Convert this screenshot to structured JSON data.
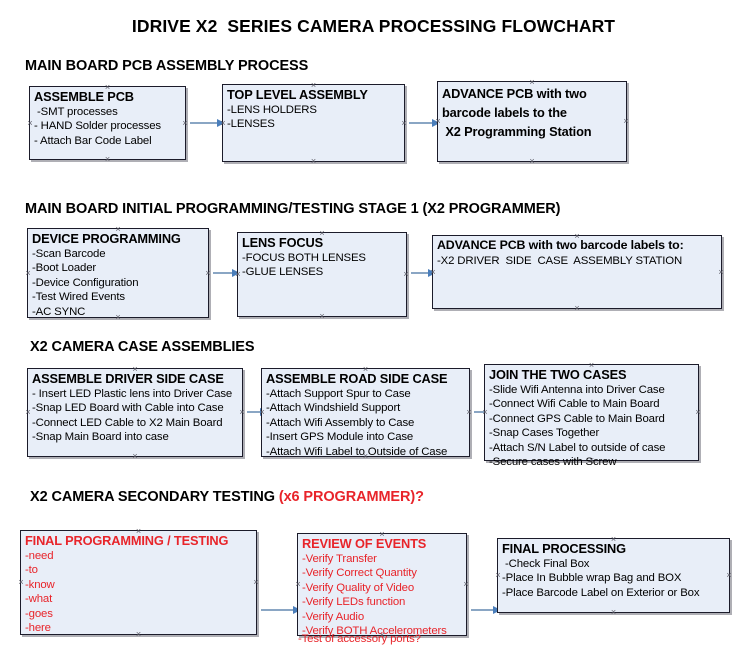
{
  "document": {
    "title": "IDRIVE X2  SERIES CAMERA PROCESSING FLOWCHART",
    "accent_color": "#e8242a",
    "node_fill": "#e8eef8",
    "node_border": "#1b1b2a",
    "connector_color": "#8aa6c4",
    "arrowhead_color": "#4a7ebb"
  },
  "sections": [
    {
      "id": "main-board-pcb-assembly-process",
      "heading": "MAIN BOARD PCB ASSEMBLY PROCESS",
      "heading_accent": "",
      "nodes": [
        {
          "id": "assemble-pcb",
          "title": "ASSEMBLE PCB",
          "items": [
            " -SMT processes",
            "- HAND Solder processes",
            "- Attach Bar Code Label"
          ]
        },
        {
          "id": "top-level-assembly",
          "title": "TOP LEVEL ASSEMBLY",
          "items": [
            "-LENS HOLDERS",
            "-LENSES"
          ]
        },
        {
          "id": "advance-pcb-to-x2-programming-station",
          "title": "ADVANCE PCB with two\nbarcode labels to the\n X2 Programming Station",
          "items": []
        }
      ]
    },
    {
      "id": "main-board-initial-programming-testing-stage-1",
      "heading": "MAIN BOARD INITIAL PROGRAMMING/TESTING STAGE 1 (X2 PROGRAMMER)",
      "heading_accent": "",
      "nodes": [
        {
          "id": "device-programming",
          "title": "DEVICE PROGRAMMING",
          "items": [
            "-Scan Barcode",
            "-Boot Loader",
            "-Device Configuration",
            "-Test Wired Events",
            "-AC SYNC"
          ]
        },
        {
          "id": "lens-focus",
          "title": "LENS FOCUS",
          "items": [
            "-FOCUS BOTH LENSES",
            "-GLUE LENSES"
          ]
        },
        {
          "id": "advance-pcb-to-driver-side-case-assembly",
          "title": "ADVANCE PCB with two barcode labels to:",
          "items": [
            "-X2 DRIVER  SIDE  CASE  ASSEMBLY STATION"
          ]
        }
      ]
    },
    {
      "id": "x2-camera-case-assemblies",
      "heading": "X2 CAMERA CASE ASSEMBLIES",
      "heading_accent": "",
      "nodes": [
        {
          "id": "assemble-driver-side-case",
          "title": "ASSEMBLE DRIVER SIDE CASE",
          "items": [
            "- Insert LED Plastic lens into Driver Case",
            "-Snap LED Board with Cable into Case",
            "-Connect LED Cable to X2 Main Board",
            "-Snap Main Board into case"
          ]
        },
        {
          "id": "assemble-road-side-case",
          "title": "ASSEMBLE ROAD SIDE CASE",
          "items": [
            "-Attach Support Spur to Case",
            "-Attach Windshield Support",
            "-Attach Wifi Assembly to Case",
            "-Insert GPS Module into Case",
            "-Attach Wifi Label to Outside of Case"
          ]
        },
        {
          "id": "join-the-two-cases",
          "title": "JOIN THE TWO CASES",
          "items": [
            "-Slide Wifi Antenna into Driver Case",
            "-Connect Wifi Cable to Main Board",
            "-Connect GPS Cable to Main Board",
            "-Snap Cases Together",
            "-Attach S/N Label to outside of case",
            "-Secure cases with Screw"
          ]
        }
      ]
    },
    {
      "id": "x2-camera-secondary-testing",
      "heading": "X2 CAMERA SECONDARY TESTING ",
      "heading_accent": "(x6 PROGRAMMER)?",
      "nodes": [
        {
          "id": "final-programming-testing",
          "title": "FINAL PROGRAMMING / TESTING",
          "items": [
            "-need",
            "-to",
            "-know",
            "-what",
            "-goes",
            "-here"
          ],
          "text_color": "#e8242a"
        },
        {
          "id": "review-of-events",
          "title": "REVIEW OF EVENTS",
          "items": [
            "-Verify Transfer",
            "-Verify Correct Quantity",
            "-Verify Quality of Video",
            "-Verify LEDs function",
            "-Verify Audio",
            "-Verify BOTH Accelerometers"
          ],
          "overflow_item": "-Test of accessory ports?",
          "text_color": "#e8242a"
        },
        {
          "id": "final-processing",
          "title": "FINAL PROCESSING",
          "items": [
            " -Check Final Box",
            "-Place In Bubble wrap Bag and BOX",
            "-Place Barcode Label on Exterior or Box"
          ]
        }
      ]
    }
  ]
}
